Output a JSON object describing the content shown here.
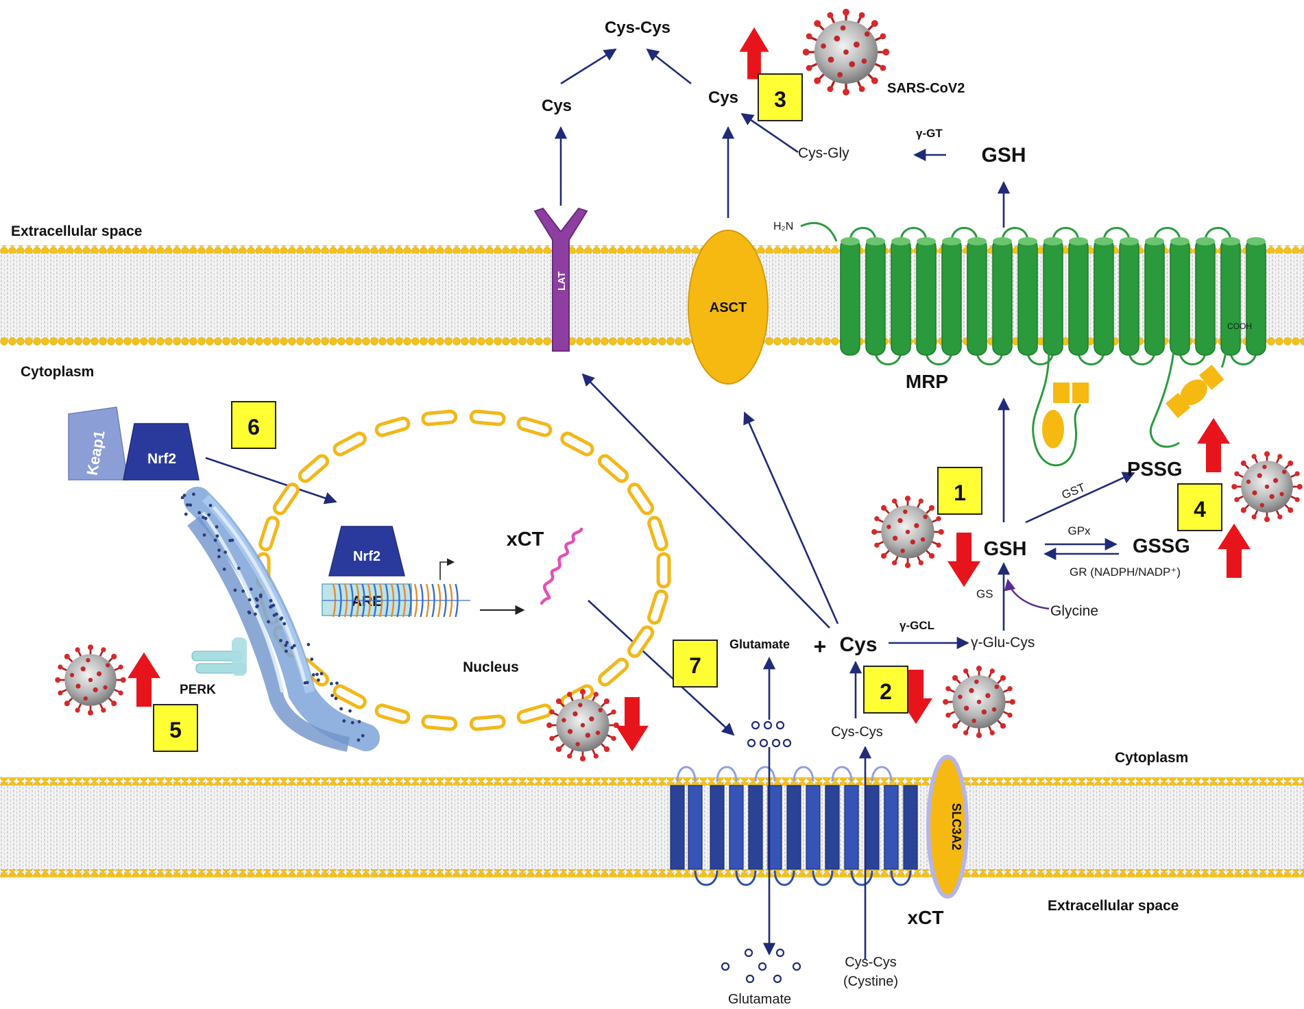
{
  "membranes": {
    "top_extracellular": "Extracellular space",
    "top_cytoplasm": "Cytoplasm",
    "bottom_cytoplasm": "Cytoplasm",
    "bottom_extracellular": "Extracellular space"
  },
  "transporters": {
    "lat": "LAT",
    "asct": "ASCT",
    "mrp": "MRP",
    "h2n": "H₂N",
    "cooh": "COOH",
    "slc3a2": "SLC3A2",
    "xct": "xCT"
  },
  "metabolites": {
    "cys_cys_top": "Cys-Cys",
    "cys_left": "Cys",
    "cys_right": "Cys",
    "sars": "SARS-CoV2",
    "gamma_gt": "γ-GT",
    "cys_gly": "Cys-Gly",
    "gsh_top": "GSH",
    "pssg": "PSSG",
    "gst": "GST",
    "gsh_main": "GSH",
    "gpx": "GPx",
    "gssg": "GSSG",
    "gr": "GR (NADPH/NADP⁺)",
    "gs": "GS",
    "glycine": "Glycine",
    "gamma_gcl": "γ-GCL",
    "gamma_glu_cys": "γ-Glu-Cys",
    "plus": "+",
    "cys_center": "Cys",
    "glutamate_in": "Glutamate",
    "cys_cys_in": "Cys-Cys",
    "glutamate_out": "Glutamate",
    "cystine_line1": "Cys-Cys",
    "cystine_line2": "(Cystine)"
  },
  "nucleus": {
    "keap1": "Keap1",
    "nrf2_left": "Nrf2",
    "nrf2_dna": "Nrf2",
    "are": "ARE",
    "xct_mrna": "xCT",
    "nucleus_label": "Nucleus",
    "perk": "PERK"
  },
  "badges": [
    "1",
    "2",
    "3",
    "4",
    "5",
    "6",
    "7"
  ],
  "icons": {
    "virus": "sars-cov2-virus-icon",
    "up": "red-up-arrow-icon",
    "down": "red-down-arrow-icon"
  },
  "colors": {
    "membrane_dot": "#f2c21b",
    "membrane_fill": "#e6e6e6",
    "arrow_navy": "#1f2a78",
    "mrp_green": "#2a9a3c",
    "asct_yellow": "#f5b912",
    "lat_purple": "#8e3ea0",
    "xct_blue": "#2f4ea8",
    "badge_yellow": "#ffff33",
    "red_arrow": "#e8141b",
    "virus_red": "#c0282a"
  }
}
